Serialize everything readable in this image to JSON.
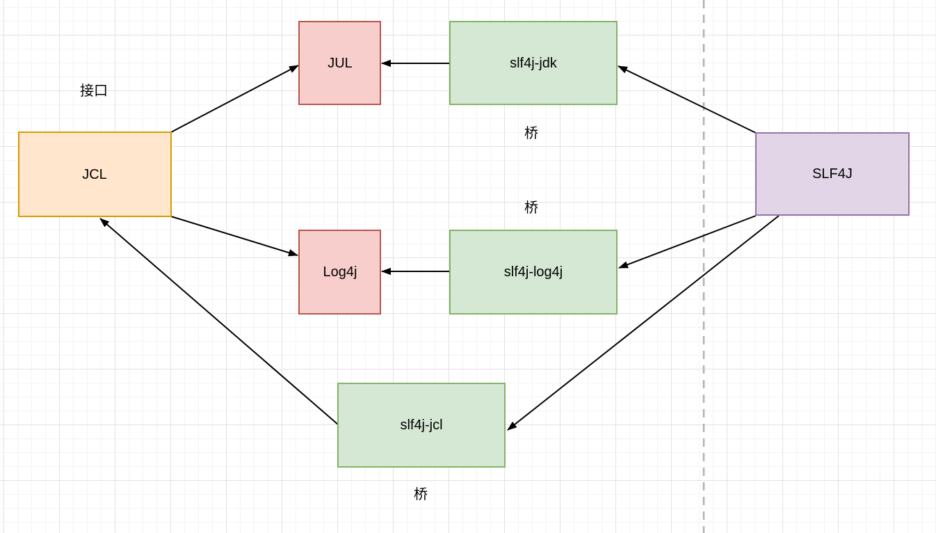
{
  "diagram": {
    "nodes": {
      "jcl": {
        "label": "JCL",
        "fill": "#ffe6cc",
        "border": "#d79b00"
      },
      "jul": {
        "label": "JUL",
        "fill": "#f8cecc",
        "border": "#b85450"
      },
      "log4j": {
        "label": "Log4j",
        "fill": "#f8cecc",
        "border": "#b85450"
      },
      "slf4j_jdk": {
        "label": "slf4j-jdk",
        "fill": "#d5e8d4",
        "border": "#82b366"
      },
      "slf4j_log4j": {
        "label": "slf4j-log4j",
        "fill": "#d5e8d4",
        "border": "#82b366"
      },
      "slf4j_jcl": {
        "label": "slf4j-jcl",
        "fill": "#d5e8d4",
        "border": "#82b366"
      },
      "slf4j": {
        "label": "SLF4J",
        "fill": "#e1d5e7",
        "border": "#9673a6"
      }
    },
    "annotations": {
      "interface": "接口",
      "bridge_top": "桥",
      "bridge_middle": "桥",
      "bridge_bottom": "桥"
    },
    "edges": [
      {
        "from": "JCL",
        "to": "JUL"
      },
      {
        "from": "slf4j-jdk",
        "to": "JUL"
      },
      {
        "from": "SLF4J",
        "to": "slf4j-jdk"
      },
      {
        "from": "JCL",
        "to": "Log4j"
      },
      {
        "from": "slf4j-log4j",
        "to": "Log4j"
      },
      {
        "from": "SLF4J",
        "to": "slf4j-log4j"
      },
      {
        "from": "slf4j-jcl",
        "to": "JCL"
      },
      {
        "from": "SLF4J",
        "to": "slf4j-jcl"
      }
    ],
    "colors": {
      "edge": "#000000",
      "divider": "#b0b0b0",
      "text": "#000000",
      "background": "#ffffff"
    }
  }
}
